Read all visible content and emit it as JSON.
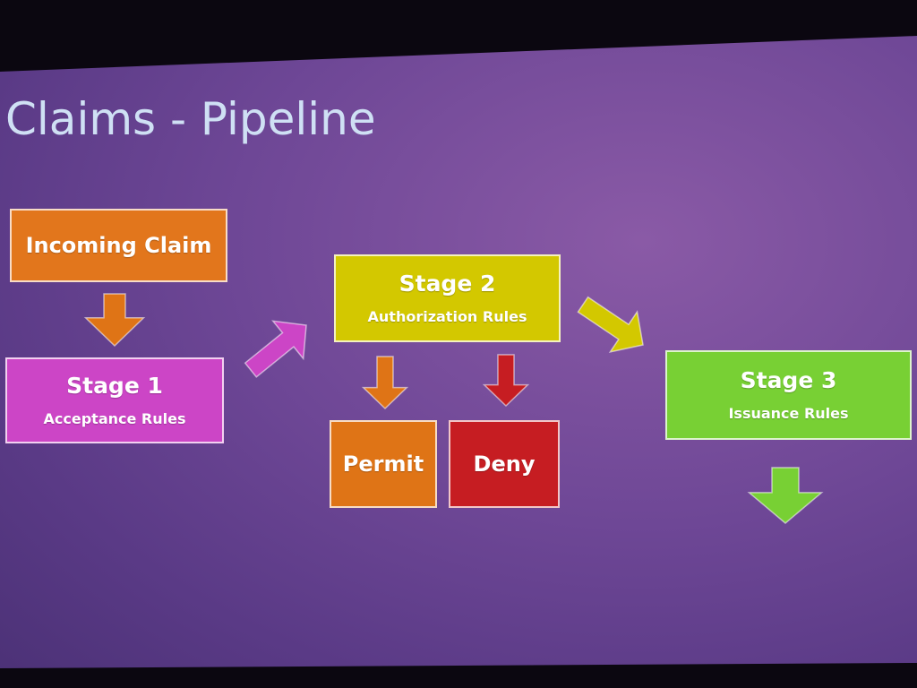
{
  "slide": {
    "title": "Claims - Pipeline",
    "nodes": {
      "incoming": {
        "label": "Incoming Claim",
        "color": "#e2761c"
      },
      "stage1": {
        "label": "Stage 1",
        "sublabel": "Acceptance Rules",
        "color": "#cc45c6"
      },
      "stage2": {
        "label": "Stage 2",
        "sublabel": "Authorization Rules",
        "color": "#d3c800"
      },
      "permit": {
        "label": "Permit",
        "color": "#df7416"
      },
      "deny": {
        "label": "Deny",
        "color": "#c61d22"
      },
      "stage3": {
        "label": "Stage 3",
        "sublabel": "Issuance Rules",
        "color": "#78d034"
      }
    },
    "arrows": [
      {
        "from": "incoming",
        "to": "stage1",
        "color": "#df7416"
      },
      {
        "from": "stage1",
        "to": "stage2",
        "color": "#cc45c6"
      },
      {
        "from": "stage2",
        "to": "permit",
        "color": "#df7416"
      },
      {
        "from": "stage2",
        "to": "deny",
        "color": "#c61d22"
      },
      {
        "from": "stage2",
        "to": "stage3",
        "color": "#d3c800"
      },
      {
        "from": "stage3",
        "to": "output",
        "color": "#78d034"
      }
    ]
  }
}
